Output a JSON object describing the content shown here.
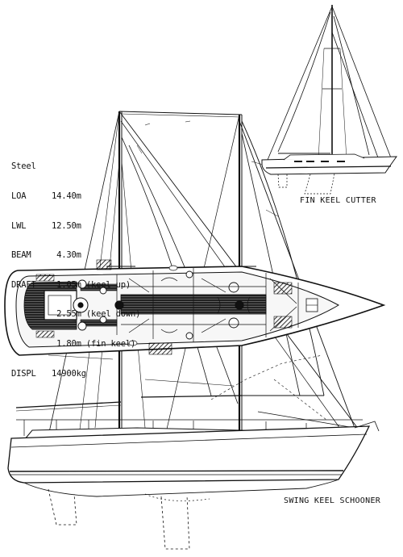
{
  "specs": {
    "material": "Steel",
    "rows": [
      {
        "label": "LOA",
        "value": "14.40m"
      },
      {
        "label": "LWL",
        "value": "12.50m"
      },
      {
        "label": "BEAM",
        "value": " 4.30m"
      },
      {
        "label": "DRAFT",
        "value": " 1.05m (keel up)"
      },
      {
        "label": "",
        "value": " 2.55m (keel down)"
      },
      {
        "label": "",
        "value": " 1.80m (fin keel)"
      },
      {
        "label": "DISPL",
        "value": "14900kg"
      }
    ]
  },
  "captions": {
    "cutter": "FIN KEEL CUTTER",
    "schooner": "SWING KEEL SCHOONER"
  }
}
